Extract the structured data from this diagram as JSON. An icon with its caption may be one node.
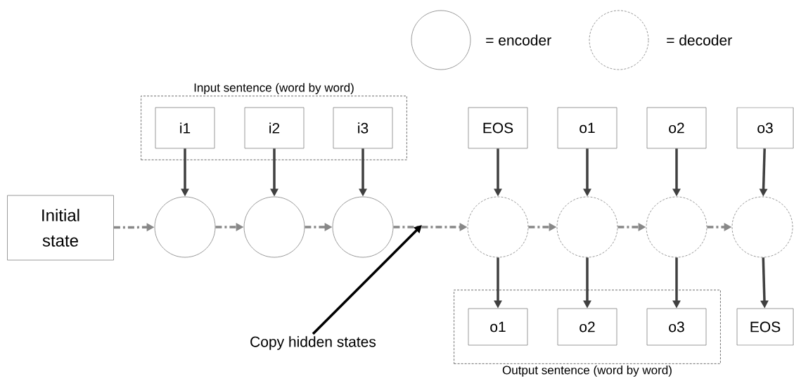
{
  "diagram": {
    "nodes": [
      {
        "text": [
          "Input sentence (word by word)"
        ]
      },
      {
        "text": [
          "i1"
        ],
        "in": 0
      },
      {
        "text": [
          "i2"
        ],
        "in": 0
      },
      {
        "text": [
          "i3"
        ],
        "in": 0
      },
      {
        "text": [
          "Initial state"
        ]
      },
      {
        "text": [],
        "shape": "circle"
      },
      {
        "text": [],
        "shape": "circle"
      },
      {
        "text": [],
        "shape": "circle"
      },
      {
        "text": [
          "EOS"
        ]
      },
      {
        "text": [
          "o1"
        ]
      },
      {
        "text": [
          "o2"
        ]
      },
      {
        "text": [
          "o3"
        ]
      },
      {
        "text": [],
        "shape": "circle"
      },
      {
        "text": [],
        "shape": "circle"
      },
      {
        "text": [],
        "shape": "circle"
      },
      {
        "text": [],
        "shape": "circle"
      },
      {
        "text": [
          "Output sentence (word by word)"
        ]
      },
      {
        "text": [
          "o1"
        ],
        "in": 16
      },
      {
        "text": [
          "o2"
        ],
        "in": 16
      },
      {
        "text": [
          "o3"
        ],
        "in": 16
      },
      {
        "text": [
          "EOS"
        ]
      },
      {
        "text": [
          "Copy hidden states"
        ]
      }
    ],
    "edges": [
      {
        "from": 1,
        "to": 5,
        "arrow": "to"
      },
      {
        "from": 2,
        "to": 6,
        "arrow": "to"
      },
      {
        "from": 3,
        "to": 7,
        "arrow": "to"
      },
      {
        "from": 4,
        "to": 5,
        "arrow": "to",
        "style": "dashed",
        "color": "#888888"
      },
      {
        "from": 5,
        "to": 6,
        "arrow": "to",
        "style": "dashed",
        "color": "#888888"
      },
      {
        "from": 6,
        "to": 7,
        "arrow": "to",
        "style": "dashed",
        "color": "#888888"
      },
      {
        "from": 7,
        "to": 12,
        "arrow": "to",
        "style": "dashed",
        "color": "#888888"
      },
      {
        "from": 12,
        "to": 13,
        "arrow": "to",
        "style": "dashed",
        "color": "#888888"
      },
      {
        "from": 13,
        "to": 14,
        "arrow": "to",
        "style": "dashed",
        "color": "#888888"
      },
      {
        "from": 14,
        "to": 15,
        "arrow": "to",
        "style": "dashed",
        "color": "#888888"
      },
      {
        "from": 8,
        "to": 12,
        "arrow": "to"
      },
      {
        "from": 9,
        "to": 13,
        "arrow": "to"
      },
      {
        "from": 10,
        "to": 14,
        "arrow": "to"
      },
      {
        "from": 11,
        "to": 15,
        "arrow": "to"
      },
      {
        "from": 12,
        "to": 17,
        "arrow": "to"
      },
      {
        "from": 13,
        "to": 18,
        "arrow": "to"
      },
      {
        "from": 14,
        "to": 19,
        "arrow": "to"
      },
      {
        "from": 15,
        "to": 20,
        "arrow": "to"
      },
      {
        "from": 21,
        "to": null,
        "arrow": "to",
        "color": "#000000"
      }
    ],
    "legend": [
      {
        "text": "= encoder"
      },
      {
        "text": "= decoder"
      }
    ]
  }
}
